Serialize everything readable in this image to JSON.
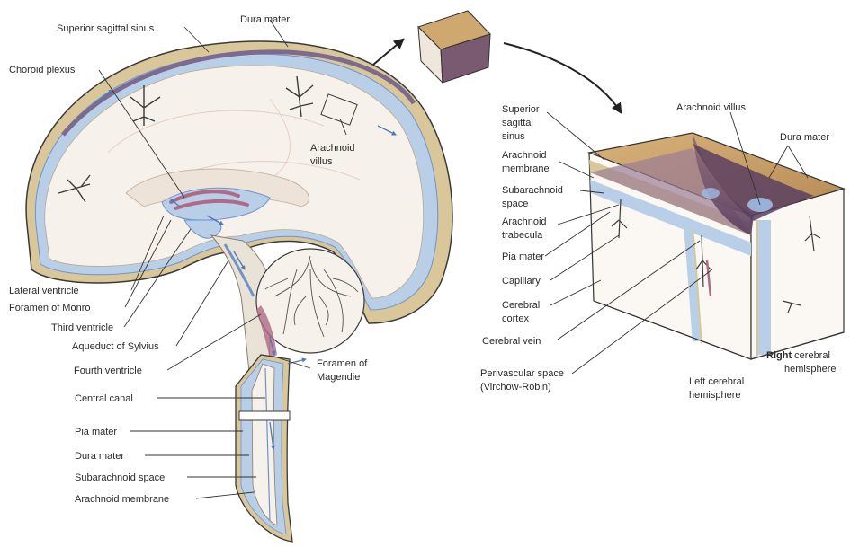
{
  "left_labels": {
    "superior_sagittal_sinus": "Superior sagittal sinus",
    "dura_mater_top": "Dura mater",
    "choroid_plexus": "Choroid plexus",
    "arachnoid_villus_1": "Arachnoid",
    "arachnoid_villus_2": "villus",
    "lateral_ventricle": "Lateral ventricle",
    "foramen_of_monro": "Foramen of Monro",
    "third_ventricle": "Third ventricle",
    "aqueduct_of_sylvius": "Aqueduct of Sylvius",
    "fourth_ventricle": "Fourth ventricle",
    "foramen_of_magendie_1": "Foramen of",
    "foramen_of_magendie_2": "Magendie",
    "central_canal": "Central canal",
    "pia_mater": "Pia mater",
    "dura_mater_spine": "Dura mater",
    "subarachnoid_space": "Subarachnoid space",
    "arachnoid_membrane": "Arachnoid membrane"
  },
  "right_labels": {
    "superior_sagittal_sinus_1": "Superior",
    "superior_sagittal_sinus_2": "sagittal",
    "superior_sagittal_sinus_3": "sinus",
    "arachnoid_membrane_1": "Arachnoid",
    "arachnoid_membrane_2": "membrane",
    "subarachnoid_space_1": "Subarachnoid",
    "subarachnoid_space_2": "space",
    "arachnoid_trabecula_1": "Arachnoid",
    "arachnoid_trabecula_2": "trabecula",
    "pia_mater": "Pia mater",
    "capillary": "Capillary",
    "cerebral_cortex_1": "Cerebral",
    "cerebral_cortex_2": "cortex",
    "cerebral_vein": "Cerebral vein",
    "perivascular_space_1": "Perivascular space",
    "perivascular_space_2": "(Virchow-Robin)",
    "arachnoid_villus": "Arachnoid villus",
    "dura_mater": "Dura mater",
    "left_hemisphere_1": "Left cerebral",
    "left_hemisphere_2": "hemisphere",
    "right_hemisphere_bold": "Right",
    "right_hemisphere_rest": " cerebral",
    "right_hemisphere_2": "hemisphere"
  },
  "colors": {
    "dura": "#d9c79a",
    "csf": "#b9cfe8",
    "csf_dark": "#6f93c9",
    "choroid": "#b06a86",
    "tissue": "#f6f1ea",
    "outline": "#3a3a3a",
    "vessel": "#3b3b3b"
  }
}
